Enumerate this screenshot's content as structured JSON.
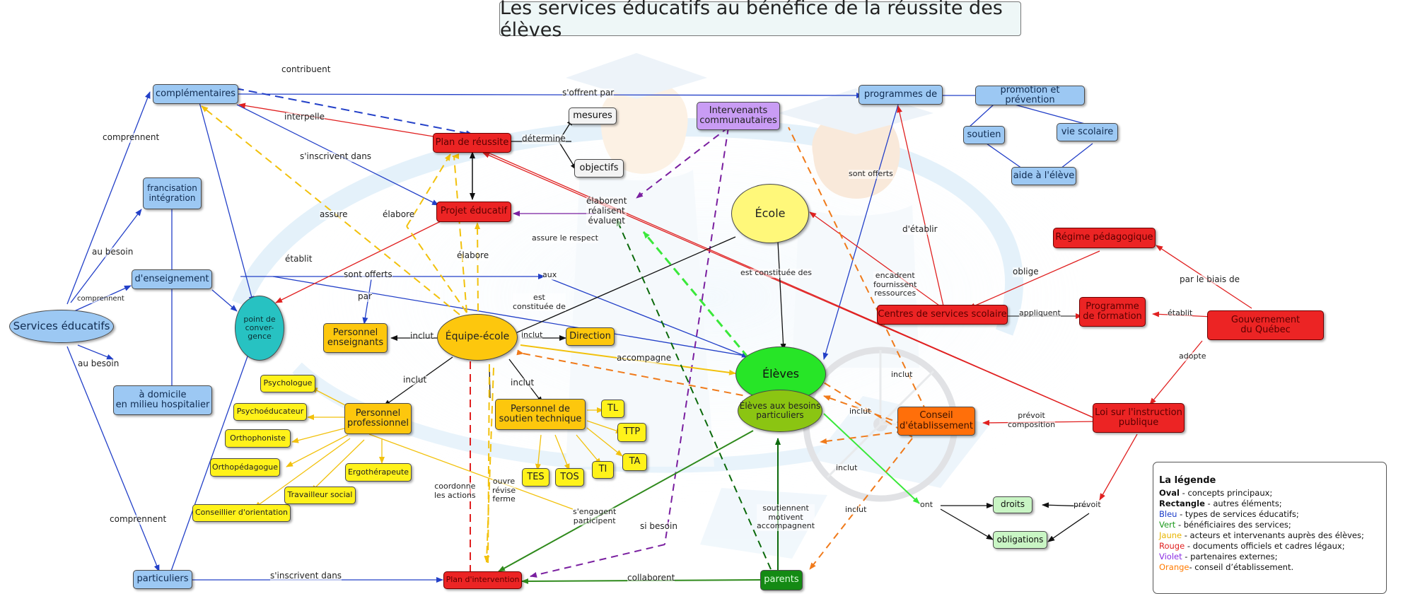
{
  "title": "Les services éducatifs au bénéfice de la réussite des élèves",
  "concepts": {
    "services_educatifs": "Services éducatifs",
    "complementaires": "complémentaires",
    "francisation": "francisation\nintégration",
    "enseignement": "d'enseignement",
    "domicile": "à domicile\nen milieu hospitalier",
    "particuliers": "particuliers",
    "point_convergence": "point de\nconver-\ngence",
    "plan_reussite": "Plan de réussite",
    "projet_educatif": "Projet éducatif",
    "mesures": "mesures",
    "objectifs": "objectifs",
    "intervenants": "Intervenants\ncommunautaires",
    "ecole": "École",
    "programmes_de": "programmes de",
    "promotion": "promotion et prévention",
    "soutien": "soutien",
    "vie_scolaire": "vie  scolaire",
    "aide_eleve": "aide à l'élève",
    "regime": "Régime pédagogique",
    "programme_formation": "Programme\nde formation",
    "gouvernement": "Gouvernement\ndu Québec",
    "centres": "Centres de services scolaire",
    "personnel_enseignants": "Personnel\nenseignants",
    "equipe_ecole": "Équipe-école",
    "direction": "Direction",
    "eleves": "Élèves",
    "eleves_besoins": "Élèves aux besoins\nparticuliers",
    "conseil": "Conseil\nd'établissement",
    "loi": "Loi sur l'instruction\npublique",
    "psychologue": "Psychologue",
    "psychoeducateur": "Psychoéducateur",
    "orthophoniste": "Orthophoniste",
    "orthopedagogue": "Orthopédagogue",
    "conseiller_orientation": "Conseillier d'orientation",
    "travailleur_social": "Travailleur social",
    "ergotherapeute": "Ergothérapeute",
    "personnel_professionnel": "Personnel\nprofessionnel",
    "personnel_soutien": "Personnel de\nsoutien technique",
    "tl": "TL",
    "ttp": "TTP",
    "ta": "TA",
    "ti": "TI",
    "tes": "TES",
    "tos": "TOS",
    "droits": "droits",
    "obligations": "obligations",
    "plan_intervention": "Plan d'intervention",
    "parents": "parents"
  },
  "links": {
    "contribuent": "contribuent",
    "comprennent_1": "comprennent",
    "comprennent_2": "comprennent",
    "comprennent_3": "comprennent",
    "au_besoin_1": "au besoin",
    "au_besoin_2": "au besoin",
    "interpelle": "interpelle",
    "sinscrivent_1": "s'inscrivent dans",
    "sinscrivent_2": "s'inscrivent dans",
    "soffrent_par": "s'offrent par",
    "determine": "détermine",
    "assure": "assure",
    "elabore_1": "élabore",
    "elabore_2": "élabore",
    "etablit_1": "établit",
    "etablit_2": "établit",
    "sont_offerts_1": "sont offerts",
    "sont_offerts_2": "sont offerts",
    "par": "par",
    "aux": "aux",
    "elaborent": "élaborent\nréalisent\névaluent",
    "assure_respect": "assure le respect",
    "est_constituee": "est\nconstituée de",
    "est_constituee_des": "est constituée des",
    "inclut_1": "inclut",
    "inclut_2": "inclut",
    "inclut_3": "inclut",
    "inclut_4": "inclut",
    "inclut_5": "inclut",
    "inclut_6": "inclut",
    "inclut_7": "inclut",
    "inclut_8": "inclut",
    "accompagne": "accompagne",
    "detablir": "d'établir",
    "oblige": "oblige",
    "par_le_biais": "par le biais de",
    "appliquent": "appliquent",
    "encadrent": "encadrent\nfournissent\nressources",
    "adopte": "adopte",
    "prevoit_composition": "prévoit\ncomposition",
    "prevoit": "prévoit",
    "ont": "ont",
    "coordonne": "coordonne\nles actions",
    "ouvre": "ouvre\nrévise\nferme",
    "sengagent": "s'engagent\nparticipent",
    "si_besoin": "si besoin",
    "soutiennent": "soutiennent\nmotivent\naccompagnent",
    "collaborent": "collaborent"
  },
  "legend": {
    "title": "La légende",
    "rows": [
      {
        "key": "Oval",
        "text": " - concepts principaux;",
        "color": "#111111",
        "bold": true
      },
      {
        "key": "Rectangle",
        "text": " - autres éléments;",
        "color": "#111111",
        "bold": true
      },
      {
        "key": "Bleu",
        "text": " -    types de services éducatifs;",
        "color": "#1b3cc8",
        "bold": false
      },
      {
        "key": "Vert",
        "text": " -    bénéficiaires des services;",
        "color": "#1d9a1d",
        "bold": false
      },
      {
        "key": "Jaune",
        "text": " -  acteurs et intervenants auprès des élèves;",
        "color": "#e8b400",
        "bold": false
      },
      {
        "key": "Rouge",
        "text": " - documents officiels et cadres légaux;",
        "color": "#e02020",
        "bold": false
      },
      {
        "key": "Violet",
        "text": " - partenaires externes;",
        "color": "#8a2be2",
        "bold": false
      },
      {
        "key": "Orange",
        "text": "-  conseil d’établissement.",
        "color": "#ff7a00",
        "bold": false
      }
    ]
  },
  "colors": {
    "blue_link": "#2340c8",
    "red_link": "#e02020",
    "gold_link": "#f2c10c",
    "purple_link": "#7a1fa0",
    "orange_link": "#f07a1a",
    "green_link": "#2f8a1c",
    "dark_green_link": "#0c6a0c",
    "bright_green_link": "#3ae83a",
    "black_link": "#111111"
  },
  "icons": {
    "background": "students-graduation-illustration"
  }
}
